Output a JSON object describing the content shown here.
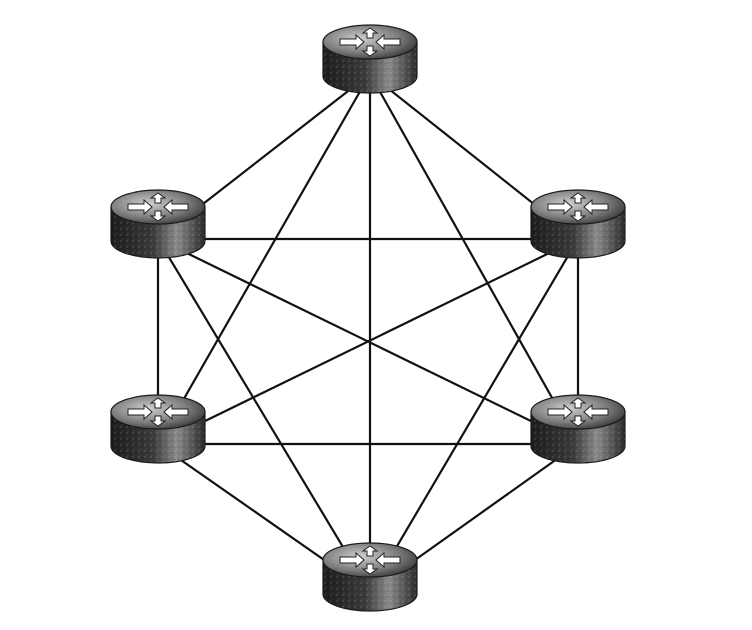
{
  "diagram": {
    "type": "full-mesh-network",
    "nodes": [
      {
        "id": "router-top",
        "icon": "router-icon"
      },
      {
        "id": "router-upper-left",
        "icon": "router-icon"
      },
      {
        "id": "router-upper-right",
        "icon": "router-icon"
      },
      {
        "id": "router-lower-left",
        "icon": "router-icon"
      },
      {
        "id": "router-lower-right",
        "icon": "router-icon"
      },
      {
        "id": "router-bottom",
        "icon": "router-icon"
      }
    ],
    "links": [
      [
        "router-top",
        "router-upper-left"
      ],
      [
        "router-top",
        "router-upper-right"
      ],
      [
        "router-top",
        "router-lower-left"
      ],
      [
        "router-top",
        "router-lower-right"
      ],
      [
        "router-top",
        "router-bottom"
      ],
      [
        "router-upper-left",
        "router-upper-right"
      ],
      [
        "router-upper-left",
        "router-lower-left"
      ],
      [
        "router-upper-left",
        "router-lower-right"
      ],
      [
        "router-upper-left",
        "router-bottom"
      ],
      [
        "router-upper-right",
        "router-lower-left"
      ],
      [
        "router-upper-right",
        "router-lower-right"
      ],
      [
        "router-upper-right",
        "router-bottom"
      ],
      [
        "router-lower-left",
        "router-lower-right"
      ],
      [
        "router-lower-left",
        "router-bottom"
      ],
      [
        "router-lower-right",
        "router-bottom"
      ]
    ],
    "colors": {
      "line": "#111111",
      "router_dark": "#2a2a2a",
      "router_light": "#f2f2f2",
      "background": "#ffffff"
    }
  }
}
